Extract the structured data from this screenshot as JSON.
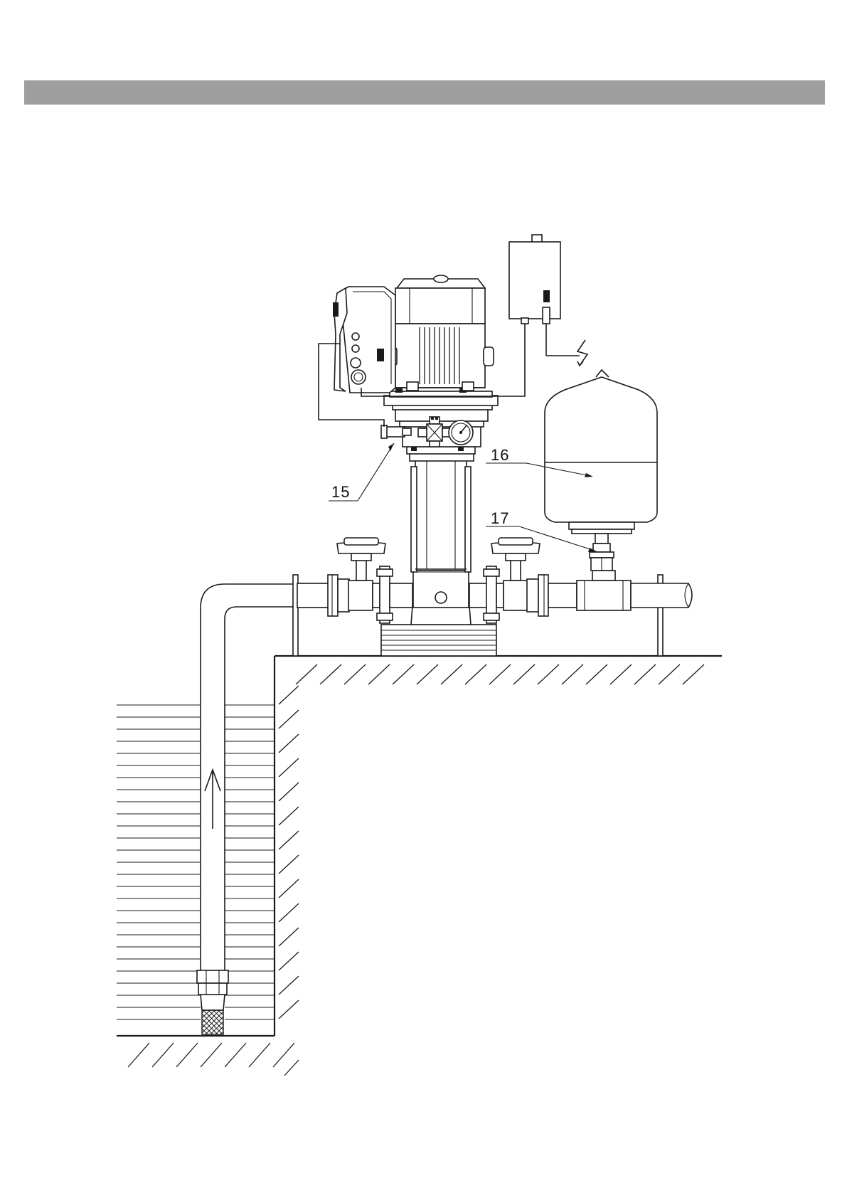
{
  "colors": {
    "header_bar": "#9e9e9e",
    "line": "#1a1a1a",
    "background": "#ffffff"
  },
  "callouts": {
    "c15": "15",
    "c16": "16",
    "c17": "17"
  },
  "icons": {
    "electric": "lightning-bolt-icon",
    "flow": "up-arrow-icon"
  }
}
